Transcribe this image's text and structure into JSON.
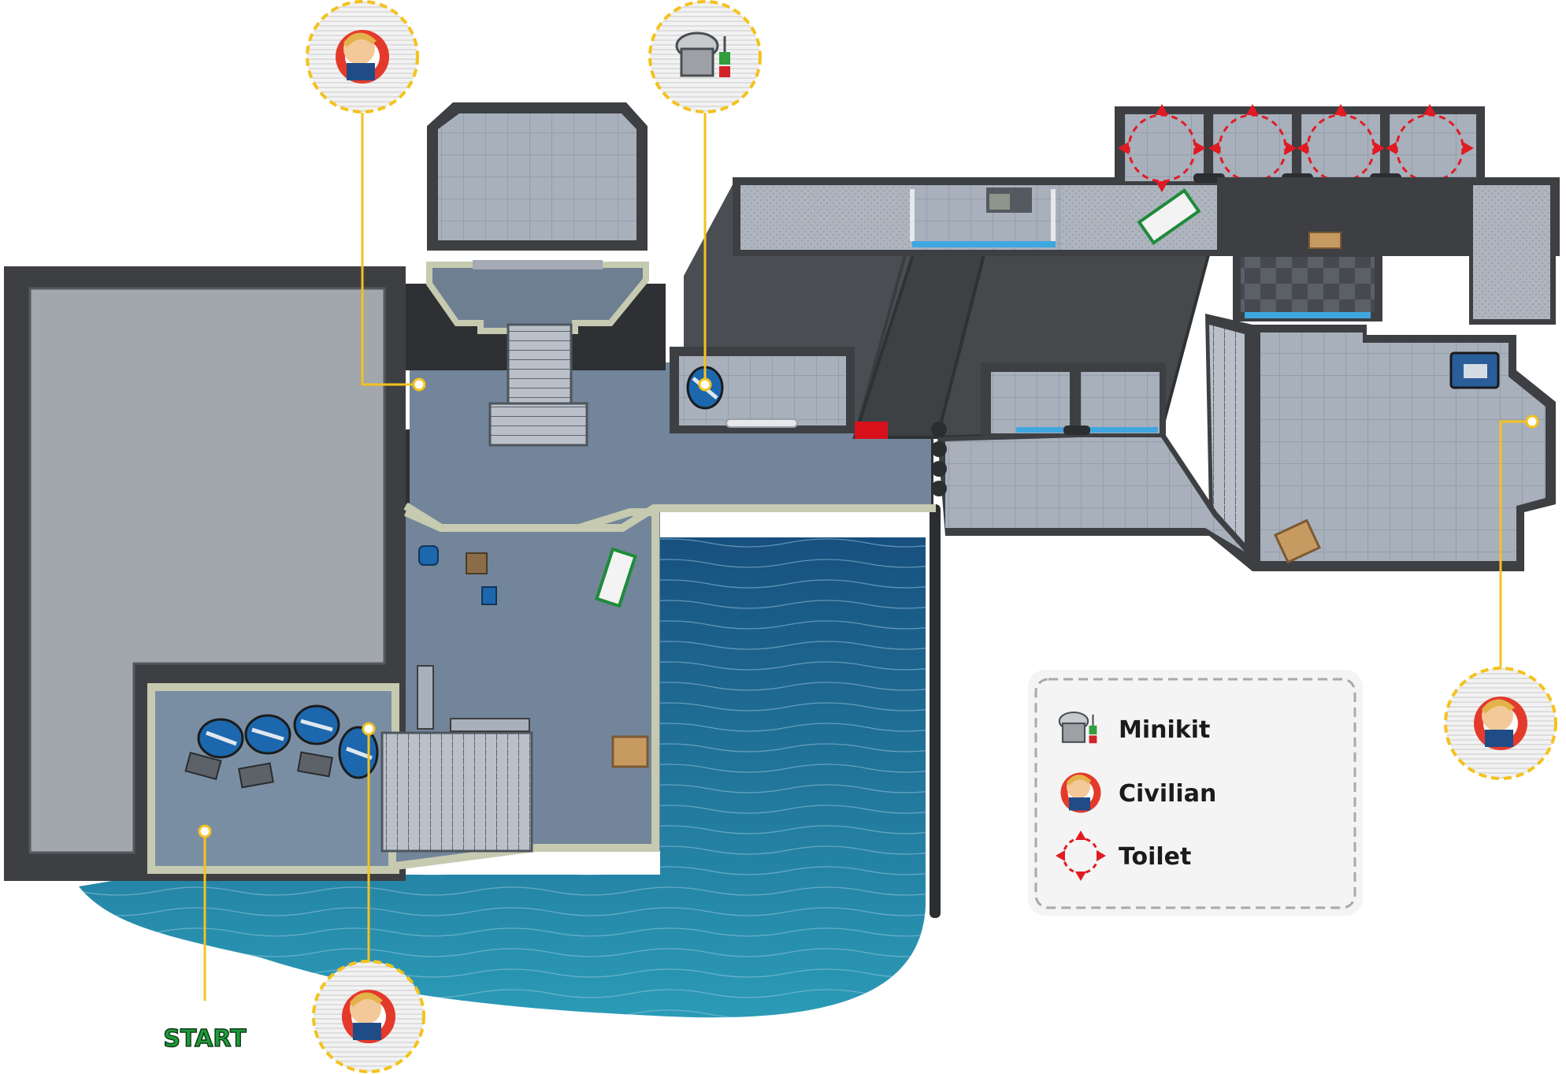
{
  "markers": {
    "start_label": "START"
  },
  "legend": {
    "items": [
      {
        "label": "Minikit",
        "icon": "minikit-icon"
      },
      {
        "label": "Civilian",
        "icon": "civilian-icon"
      },
      {
        "label": "Toilet",
        "icon": "toilet-target-icon"
      }
    ]
  },
  "colors": {
    "wall": "#3d3f42",
    "floor": "#6e7f92",
    "tile": "#a9b1bd",
    "water": "#2d6f99",
    "callout": "#f4c21d",
    "start_text": "#1e9b3a",
    "toilet_marker": "#e11b22",
    "walkway": "#c8cdd3"
  }
}
